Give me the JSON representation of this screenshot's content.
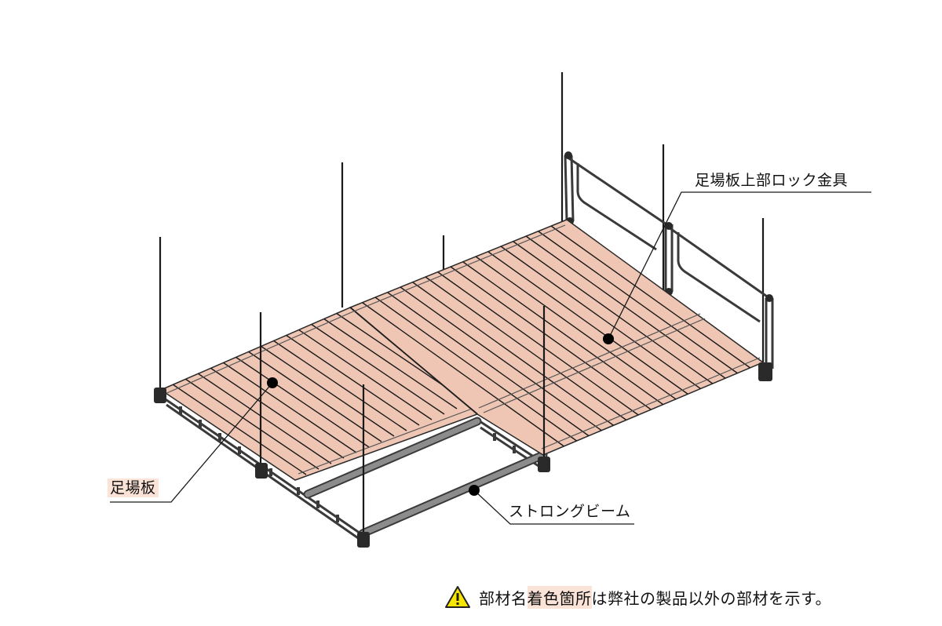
{
  "diagram": {
    "type": "isometric scaffold assembly illustration",
    "colors": {
      "deck": "#efc6b4",
      "plank_line": "#1a1a1a",
      "steel": "#8c8c8c",
      "steel_dark": "#3a3a3a",
      "hanger": "#1a1a1a",
      "highlight": "#fbe3d8",
      "warning_fill": "#f7e600"
    },
    "labels": {
      "top_lock": "足場板上部ロック金具",
      "plank": "足場板",
      "strong_beam": "ストロングビーム"
    }
  },
  "footer_note": {
    "icon": "warning-icon",
    "prefix": "部材名",
    "highlighted": "着色箇所",
    "suffix": "は弊社の製品以外の部材を示す。"
  }
}
